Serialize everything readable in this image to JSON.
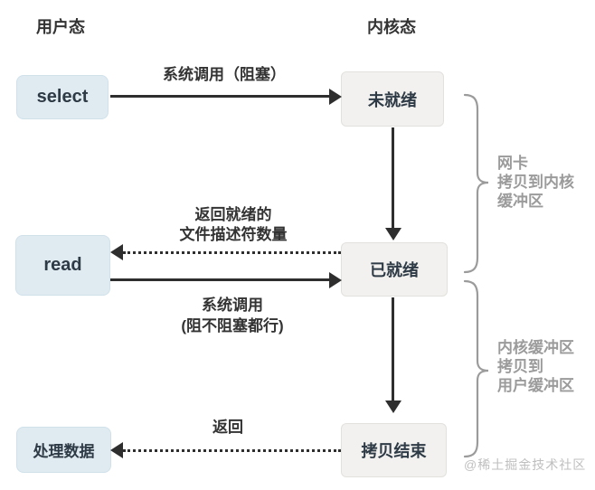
{
  "colors": {
    "background": "#ffffff",
    "user_box_bg": "#e0ebf1",
    "user_box_border": "#d0e1ea",
    "kernel_box_bg": "#f2f1ef",
    "kernel_box_border": "#e3e1dd",
    "box_text": "#2e3a45",
    "label_text": "#333333",
    "arrow": "#2e2e2e",
    "brace": "#9b9b9b",
    "watermark": "#bfbfbf"
  },
  "headers": {
    "user_mode": "用户态",
    "kernel_mode": "内核态"
  },
  "nodes": {
    "select": "select",
    "not_ready": "未就绪",
    "read": "read",
    "ready": "已就绪",
    "process_data": "处理数据",
    "copy_done": "拷贝结束"
  },
  "edges": {
    "select_syscall": {
      "label": "系统调用（阻塞）"
    },
    "return_ready_fds": {
      "lines": [
        "返回就绪的",
        "文件描述符数量"
      ]
    },
    "read_syscall": {
      "lines": [
        "系统调用",
        "(阻不阻塞都行)"
      ]
    },
    "return_copy": {
      "label": "返回"
    }
  },
  "braces": {
    "nic_copy": {
      "lines": [
        "网卡",
        "拷贝到内核",
        "缓冲区"
      ]
    },
    "kernel_copy": {
      "lines": [
        "内核缓冲区",
        "拷贝到",
        "用户缓冲区"
      ]
    }
  },
  "watermark": "@稀土掘金技术社区"
}
